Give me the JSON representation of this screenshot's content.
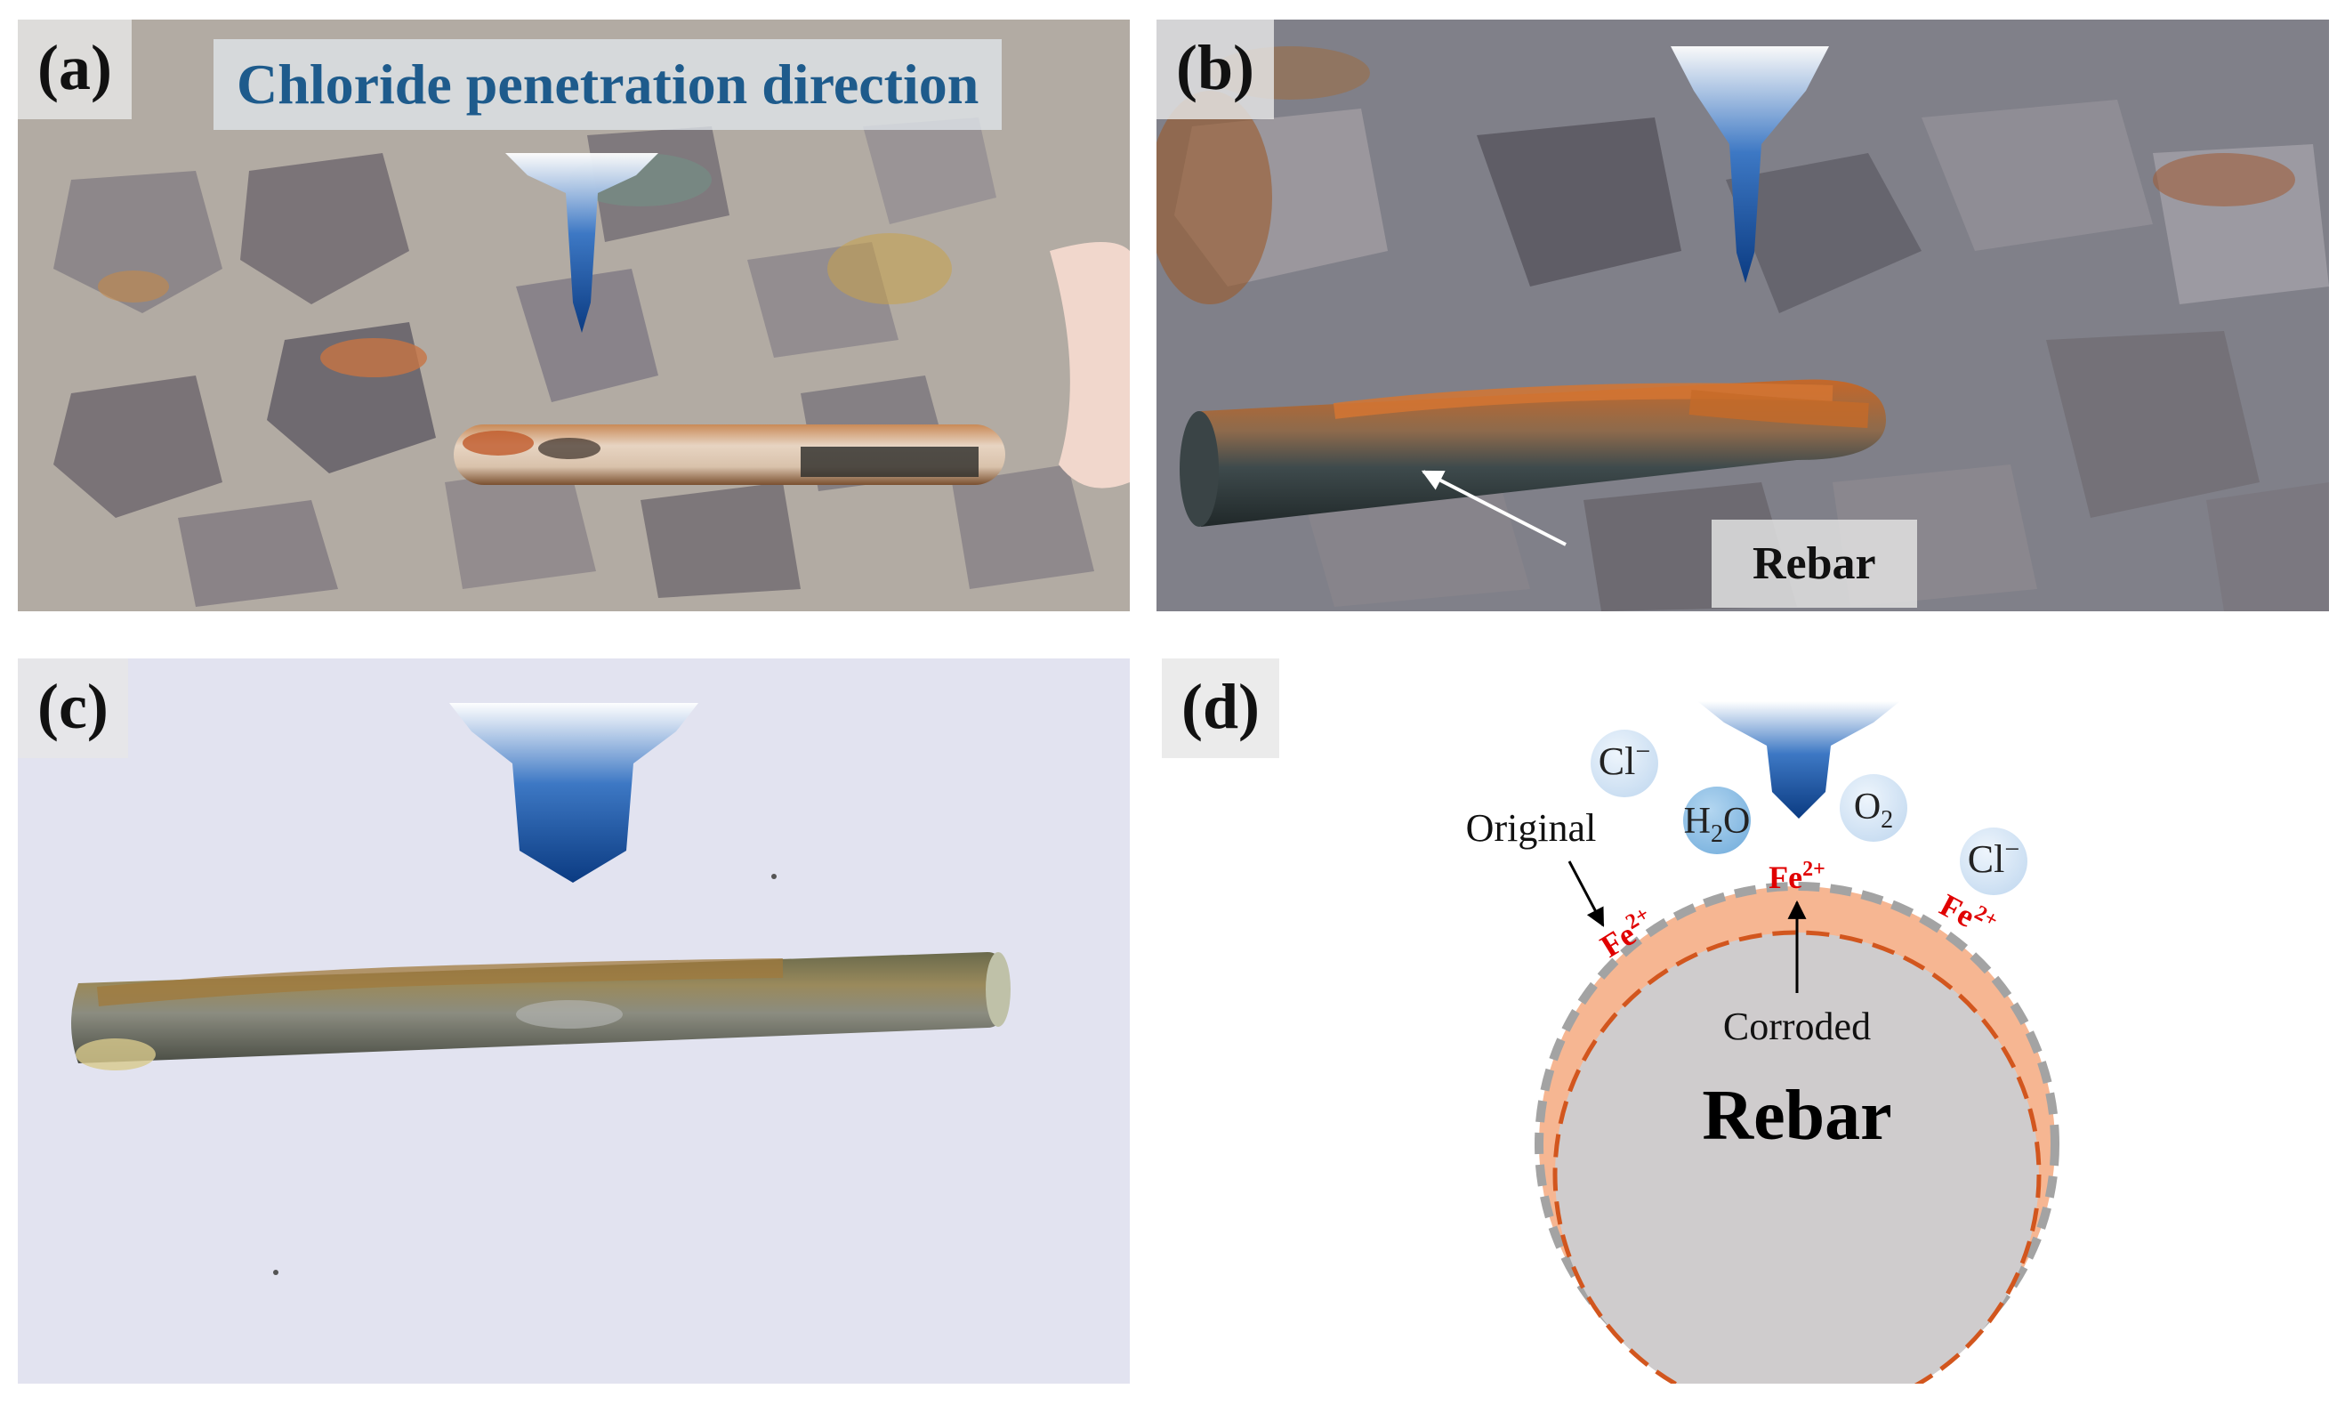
{
  "panels": {
    "a": {
      "tag": "(a)",
      "banner": "Chloride penetration direction"
    },
    "b": {
      "tag": "(b)",
      "rebar_label": "Rebar"
    },
    "c": {
      "tag": "(c)"
    },
    "d": {
      "tag": "(d)",
      "original_label": "Original",
      "corroded_label": "Corroded",
      "rebar_label": "Rebar",
      "species": [
        {
          "base": "Cl",
          "sup": "−"
        },
        {
          "base": "H",
          "sub": "2",
          "tail": "O"
        },
        {
          "base": "O",
          "sub": "2"
        },
        {
          "base": "Cl",
          "sup": "−"
        }
      ],
      "ions": [
        {
          "base": "Fe",
          "sup": "2+"
        },
        {
          "base": "Fe",
          "sup": "2+"
        },
        {
          "base": "Fe",
          "sup": "2+"
        }
      ]
    }
  },
  "colors": {
    "arrow_dark": "#0b3b82",
    "arrow_light": "#ffffff",
    "rebar_core": "#cfcccd",
    "corrosion_layer": "#f6b692",
    "corroded_dash": "#d2561e",
    "original_dash": "#a3a3a3",
    "ion_text": "#e00000",
    "bubble_light": "#d4e4f5",
    "bubble_mid": "#8ec1e6",
    "banner_text": "#1e5b8c"
  },
  "icons": [
    "penetration-arrow-icon",
    "pointer-arrow-icon"
  ]
}
